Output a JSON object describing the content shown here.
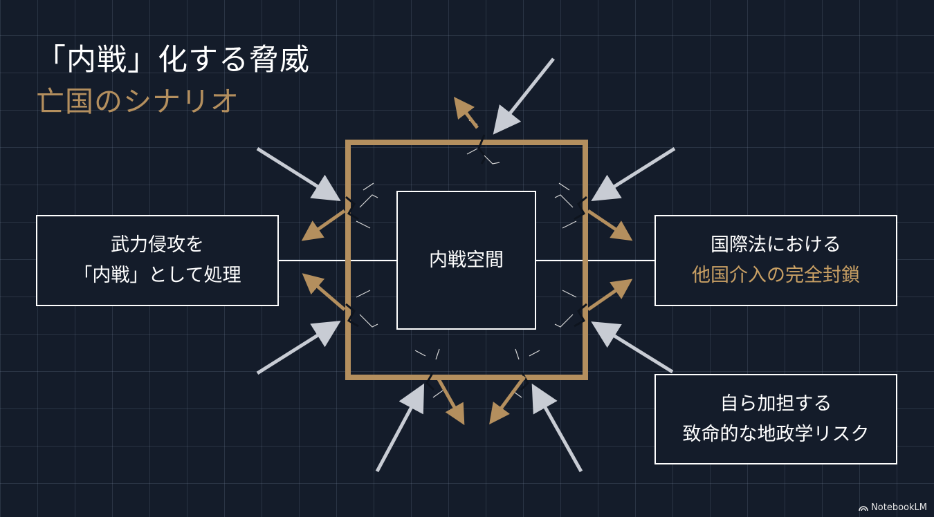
{
  "title": "「内戦」化する脅威",
  "subtitle": "亡国のシナリオ",
  "center_box": "内戦空間",
  "left_box": {
    "line1": "武力侵攻を",
    "line2": "「内戦」として処理"
  },
  "right_box": {
    "line1": "国際法における",
    "line2": "他国介入の完全封鎖"
  },
  "bottom_right_box": {
    "line1": "自ら加担する",
    "line2": "致命的な地政学リスク"
  },
  "watermark": "NotebookLM",
  "colors": {
    "background": "#141c2a",
    "gold": "#b48f5e",
    "arrow_gray": "#c8ccd4"
  }
}
